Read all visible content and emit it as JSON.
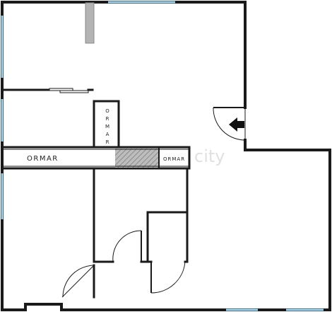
{
  "labels": {
    "wardrobe_left": "ORMAR",
    "wardrobe_right": "ORMAR",
    "wardrobe_vertical": [
      "O",
      "R",
      "M",
      "A",
      "R"
    ]
  },
  "watermark": "city",
  "colors": {
    "wall": "#1a1a1a",
    "window": "#5ab4e0",
    "hatch": "#9a9a9a",
    "column": "#b4b4b4",
    "entrance_arrow": "#111111",
    "background": "#ffffff"
  },
  "icons": {
    "entrance": "entrance-arrow-icon",
    "door": "door-swing-icon"
  }
}
